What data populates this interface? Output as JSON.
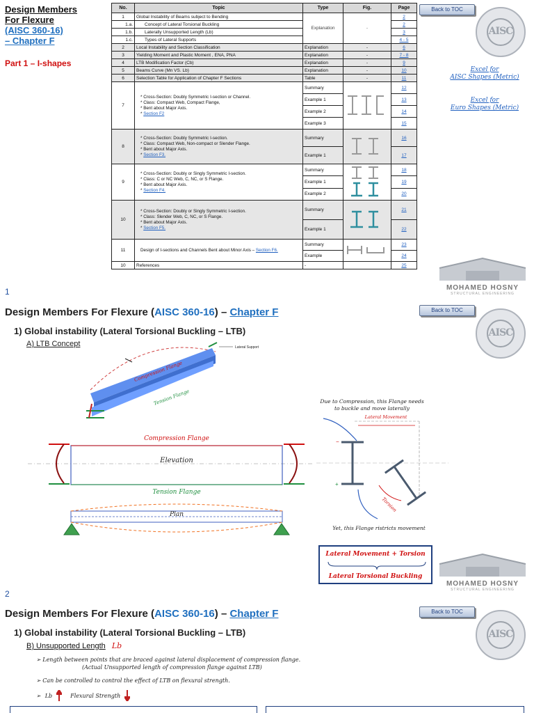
{
  "page1": {
    "title_line1": "Design Members",
    "title_line2": "For Flexure",
    "title_aisc": "(AISC 360-16)",
    "title_chapter": "– Chapter F",
    "part_label": "Part 1 – I-shapes",
    "page_number": "1",
    "back_to_toc": "Back to TOC",
    "excel_aisc_line1": "Excel for",
    "excel_aisc_line2": "AISC Shapes (Metric)",
    "excel_euro_line1": "Excel for",
    "excel_euro_line2": "Euro Shapes (Metric)",
    "logo_name": "MOHAMED HOSNY",
    "logo_sub": "STRUCTURAL ENGINEERING",
    "table": {
      "headers": [
        "No.",
        "Topic",
        "Type",
        "Fig.",
        "Page"
      ],
      "rows": [
        {
          "no": "1",
          "topic": "Global Instability of Beams subject to Bending",
          "type": "",
          "fig": "",
          "page": "2"
        },
        {
          "no": "1.a.",
          "topic": "Concept of Lateral Torsional Buckling",
          "type": "Explanation",
          "fig": "-",
          "page": "2"
        },
        {
          "no": "1.b.",
          "topic": "Laterally Unsupported Length (Lb)",
          "type": "",
          "fig": "",
          "page": "3"
        },
        {
          "no": "1.c.",
          "topic": "Types of Lateral Supports",
          "type": "",
          "fig": "",
          "page": "4 - 5"
        },
        {
          "no": "2",
          "topic": "Local Instability and Section Classification",
          "type": "Explanation",
          "fig": "-",
          "page": "6"
        },
        {
          "no": "3",
          "topic": "Yielding Moment and Plastic Moment , ENA, PNA",
          "type": "Explanation",
          "fig": "-",
          "page": "7 - 8"
        },
        {
          "no": "4",
          "topic": "LTB Modification Factor (Cb)",
          "type": "Explanation",
          "fig": "-",
          "page": "9"
        },
        {
          "no": "5",
          "topic": "Beams Curve (Mn VS. Lb)",
          "type": "Explanation",
          "fig": "-",
          "page": "10"
        },
        {
          "no": "6",
          "topic": "Selection Table for Application of Chapter F Sections",
          "type": "Table",
          "fig": "-",
          "page": "11"
        }
      ],
      "group7": {
        "no": "7",
        "lines": [
          "* Cross-Section: Doubly Symmetric I-section or Channel.",
          "* Class: Compact Web, Compact Flange,",
          "* Bent about Major Axis."
        ],
        "link": "Section F2",
        "types": [
          "Summary",
          "Example 1",
          "Example 2",
          "Example 3"
        ],
        "pages": [
          "12",
          "13",
          "14",
          "15"
        ]
      },
      "group8": {
        "no": "8",
        "lines": [
          "* Cross-Section: Doubly Symmetric I-section.",
          "* Class: Compact Web, Non-compact or Slender Flange.",
          "* Bent about Major Axis."
        ],
        "link": "Section F3.",
        "types": [
          "Summary",
          "Example 1"
        ],
        "pages": [
          "16",
          "17"
        ]
      },
      "group9": {
        "no": "9",
        "lines": [
          "* Cross-Section: Doubly or Singly Symmetric I-section.",
          "* Class: C or NC Web, C, NC, or S Flange.",
          "* Bent about Major Axis."
        ],
        "link": "Section F4.",
        "types": [
          "Summary",
          "Example 1",
          "Example 2"
        ],
        "pages": [
          "18",
          "19",
          "20"
        ]
      },
      "group10": {
        "no": "10",
        "lines": [
          "* Cross-Section: Doubly or Singly Symmetric I-section.",
          "* Class: Slender Web, C, NC, or S Flange.",
          "* Bent about Major Axis."
        ],
        "link": "Section F5.",
        "types": [
          "Summary",
          "Example 1"
        ],
        "pages": [
          "21",
          "22"
        ]
      },
      "group11": {
        "no": "11",
        "text": "Design of I-sections and Channels Bent about Minor Axis – ",
        "link": "Section F6.",
        "types": [
          "Summary",
          "Example"
        ],
        "pages": [
          "23",
          "24"
        ]
      },
      "refs": {
        "no": "10",
        "topic": "References",
        "type": "-",
        "page": "25"
      }
    }
  },
  "page2": {
    "title_pre": "Design Members For Flexure (",
    "title_aisc": "AISC 360-16",
    "title_mid": ") – ",
    "title_chapter": "Chapter F",
    "subtitle": "1) Global instability (Lateral Torsional Buckling – LTB)",
    "subsection": "A) LTB Concept",
    "back_to_toc": "Back to TOC",
    "page_number": "2",
    "beam_labels": {
      "compression_flange": "Compression Flange",
      "tension_flange": "Tension Flange",
      "lateral_support": "Lateral Support"
    },
    "elevation": {
      "compression": "Compression Flange",
      "label": "Elevation",
      "tension": "Tension Flange"
    },
    "plan_label": "Plan",
    "section_notes": {
      "top_line1": "Due to Compression, this Flange needs",
      "top_line2": "to buckle and move laterally",
      "lateral_movement": "Lateral Movement",
      "torsion": "Torsion",
      "bottom": "Yet, this Flange ristricts movement"
    },
    "ltb_box": {
      "line1": "Lateral Movement + Torsion",
      "line2": "Lateral Torsional Buckling"
    },
    "logo_name": "MOHAMED HOSNY",
    "logo_sub": "STRUCTURAL ENGINEERING"
  },
  "page3": {
    "title_pre": "Design Members For Flexure (",
    "title_aisc": "AISC 360-16",
    "title_mid": ") – ",
    "title_chapter": "Chapter F",
    "subtitle": "1) Global instability (Lateral Torsional Buckling – LTB)",
    "subsection": "B) Unsupported Length",
    "subsection_symbol": "Lb",
    "back_to_toc": "Back to TOC",
    "bullets": [
      "Length between points that are braced against lateral displacement of compression flange.",
      "(Actual Unsupported length of compression flange against LTB)",
      "Can be controlled to control the effect of LTB on flexural strength."
    ],
    "bullet3_symbol": "Lb",
    "bullet3_text": "Flexural Strength"
  },
  "colors": {
    "link_blue": "#1f5fbf",
    "red": "#d01010",
    "green": "#1f8f3f",
    "beam_blue": "#4f7fdf",
    "orange": "#f07020"
  }
}
